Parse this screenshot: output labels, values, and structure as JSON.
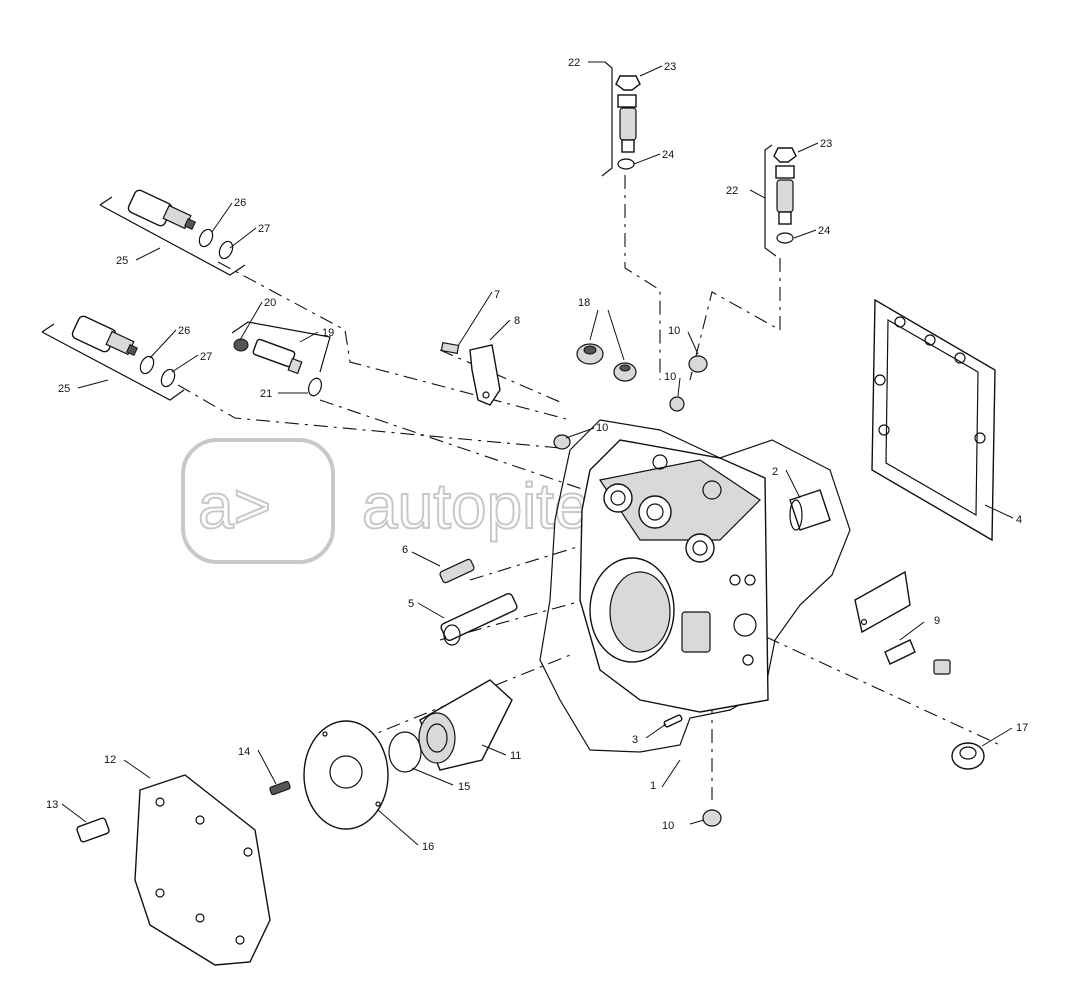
{
  "watermark": {
    "logo_text": "a>",
    "site_text": "autopiter.ru"
  },
  "callouts": {
    "c1": "1",
    "c2": "2",
    "c3": "3",
    "c4": "4",
    "c5": "5",
    "c6": "6",
    "c7": "7",
    "c8": "8",
    "c9": "9",
    "c10a": "10",
    "c10b": "10",
    "c10c": "10",
    "c10d": "10",
    "c11": "11",
    "c12": "12",
    "c13": "13",
    "c14": "14",
    "c15": "15",
    "c16": "16",
    "c17": "17",
    "c18": "18",
    "c19": "19",
    "c20": "20",
    "c21": "21",
    "c22a": "22",
    "c22b": "22",
    "c23a": "23",
    "c23b": "23",
    "c24a": "24",
    "c24b": "24",
    "c25a": "25",
    "c25b": "25",
    "c26a": "26",
    "c26b": "26",
    "c27a": "27",
    "c27b": "27"
  }
}
